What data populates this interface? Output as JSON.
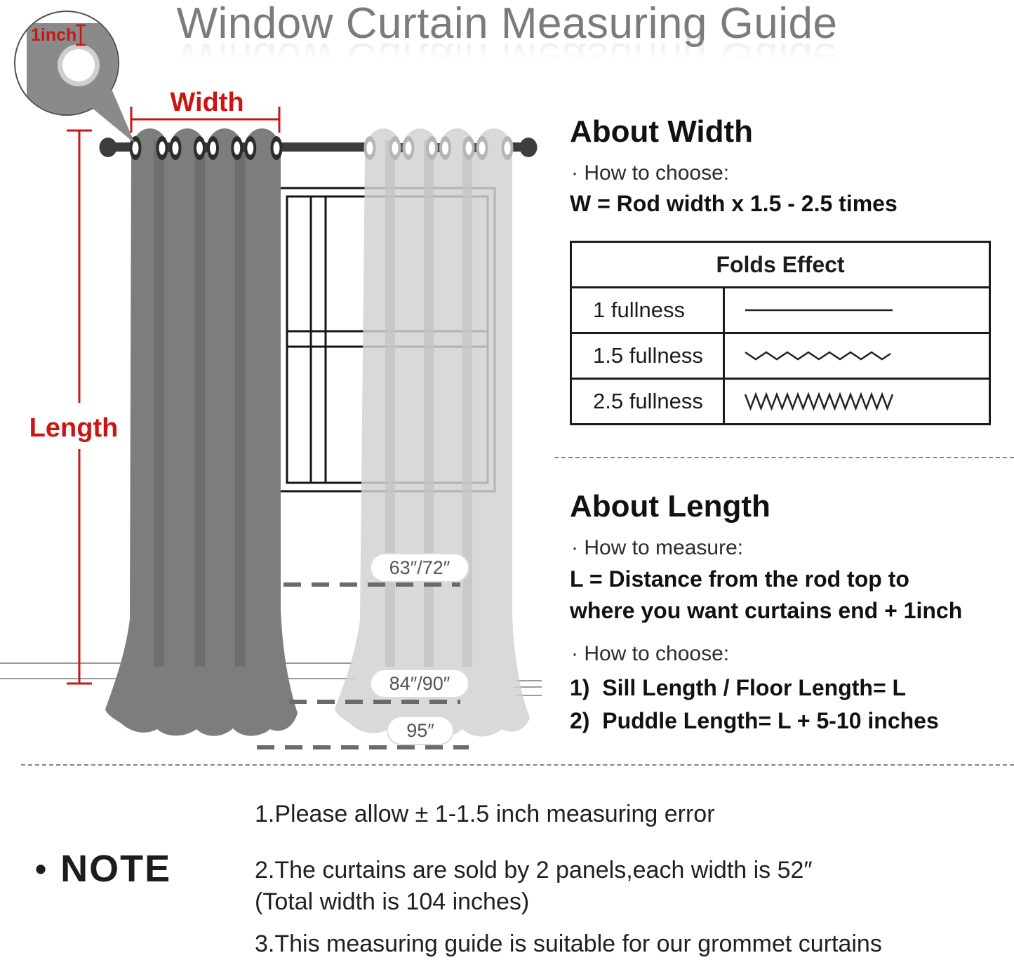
{
  "title": "Window Curtain Measuring Guide",
  "diagram": {
    "grommet_detail_label": "1inch",
    "width_label": "Width",
    "length_label": "Length",
    "length_markers": [
      "63″/72″",
      "84″/90″",
      "95″"
    ]
  },
  "about_width": {
    "heading": "About Width",
    "how_to_choose": "· How to choose:",
    "formula": "W = Rod width x 1.5 - 2.5 times"
  },
  "folds_table": {
    "header": "Folds Effect",
    "rows": [
      {
        "label": "1 fullness",
        "pattern": "flat-line"
      },
      {
        "label": "1.5 fullness",
        "pattern": "gentle-zigzag"
      },
      {
        "label": "2.5 fullness",
        "pattern": "dense-zigzag"
      }
    ]
  },
  "about_length": {
    "heading": "About Length",
    "how_to_measure": "· How to measure:",
    "formula_line1": "L = Distance from the rod top to",
    "formula_line2": "where you want curtains end + 1inch",
    "how_to_choose": "· How to choose:",
    "option1": "1)  Sill Length / Floor Length= L",
    "option2": "2)  Puddle Length= L + 5-10 inches"
  },
  "note": {
    "bullet": "•",
    "heading": "NOTE",
    "line1": "1.Please allow ± 1-1.5 inch measuring error",
    "line2": "2.The curtains are sold by 2 panels,each width is 52″",
    "line2_cont": "(Total width is 104 inches)",
    "line3": "3.This measuring guide is suitable for our grommet curtains"
  },
  "colors": {
    "accent_red": "#cc1414",
    "title_gray": "#7b7b7b",
    "dark_curtain": "#7d7d7d",
    "light_curtain": "#d2d2d2",
    "rod_dark": "#3d3d3d",
    "text_dark": "#1c1c1c"
  }
}
